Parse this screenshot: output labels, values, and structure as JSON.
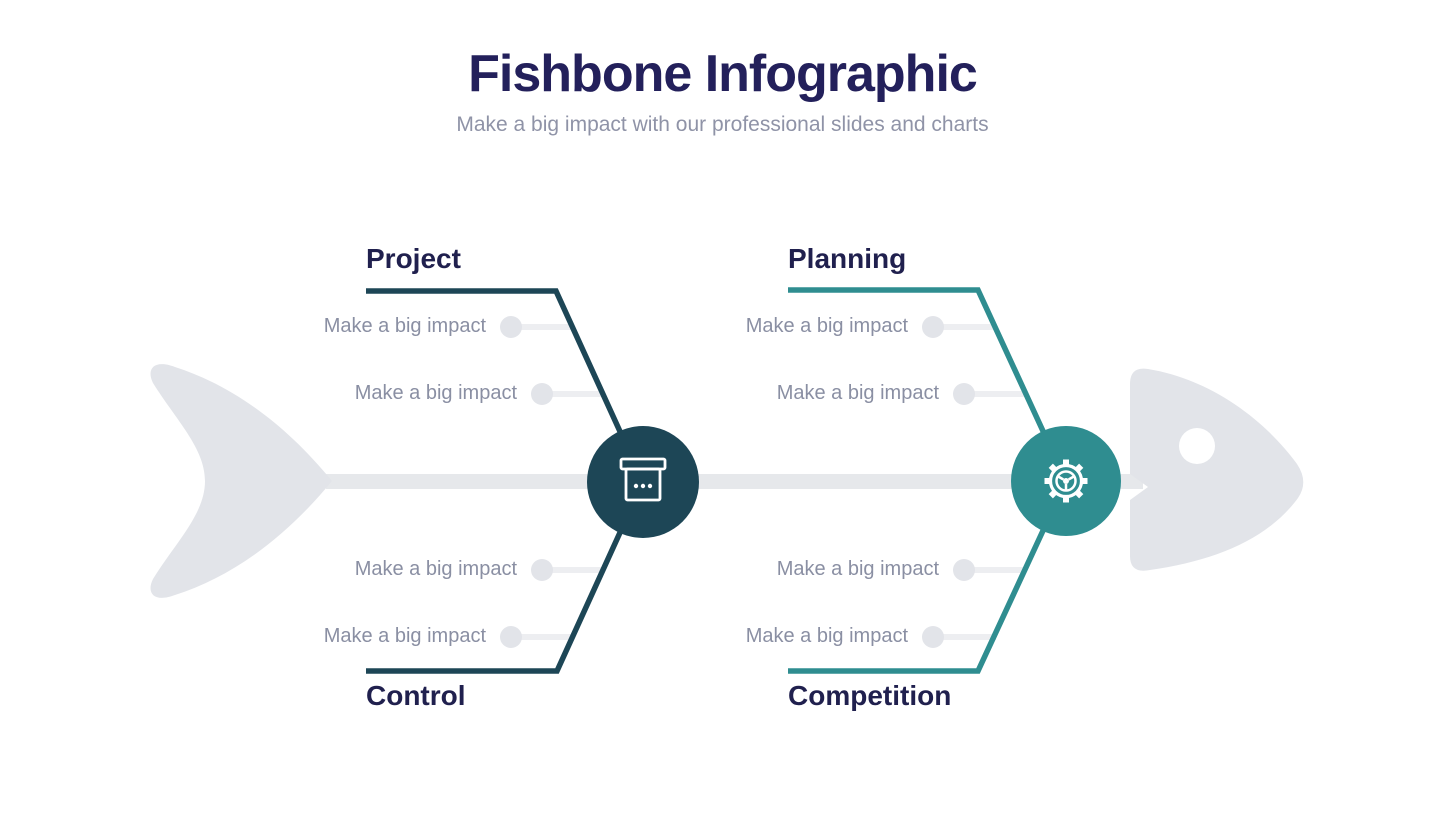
{
  "header": {
    "title": "Fishbone Infographic",
    "subtitle": "Make a big impact with our professional slides and charts"
  },
  "diagram": {
    "type": "fishbone",
    "branches": [
      {
        "label": "Project",
        "position": "top-left",
        "color": "#1D4656",
        "items": [
          "Make a big impact",
          "Make a big impact"
        ]
      },
      {
        "label": "Planning",
        "position": "top-right",
        "color": "#2F8D90",
        "items": [
          "Make a big impact",
          "Make a big impact"
        ]
      },
      {
        "label": "Control",
        "position": "bottom-left",
        "color": "#1D4656",
        "items": [
          "Make a big impact",
          "Make a big impact"
        ]
      },
      {
        "label": "Competition",
        "position": "bottom-right",
        "color": "#2F8D90",
        "items": [
          "Make a big impact",
          "Make a big impact"
        ]
      }
    ],
    "nodes": [
      {
        "icon": "archive-box-icon",
        "color": "#1D4656"
      },
      {
        "icon": "steering-gear-icon",
        "color": "#2F8D90"
      }
    ]
  },
  "colors": {
    "title_text": "#23205B",
    "subtitle_text": "#8F93A7",
    "branch_label_text": "#20204E",
    "item_text": "#8A8FA3",
    "dark_teal": "#1D4656",
    "teal": "#2F8D90",
    "fish_gray": "#E2E4E9",
    "spine_gray": "#E6E8EB",
    "connector_gray": "#EDEEF1"
  }
}
